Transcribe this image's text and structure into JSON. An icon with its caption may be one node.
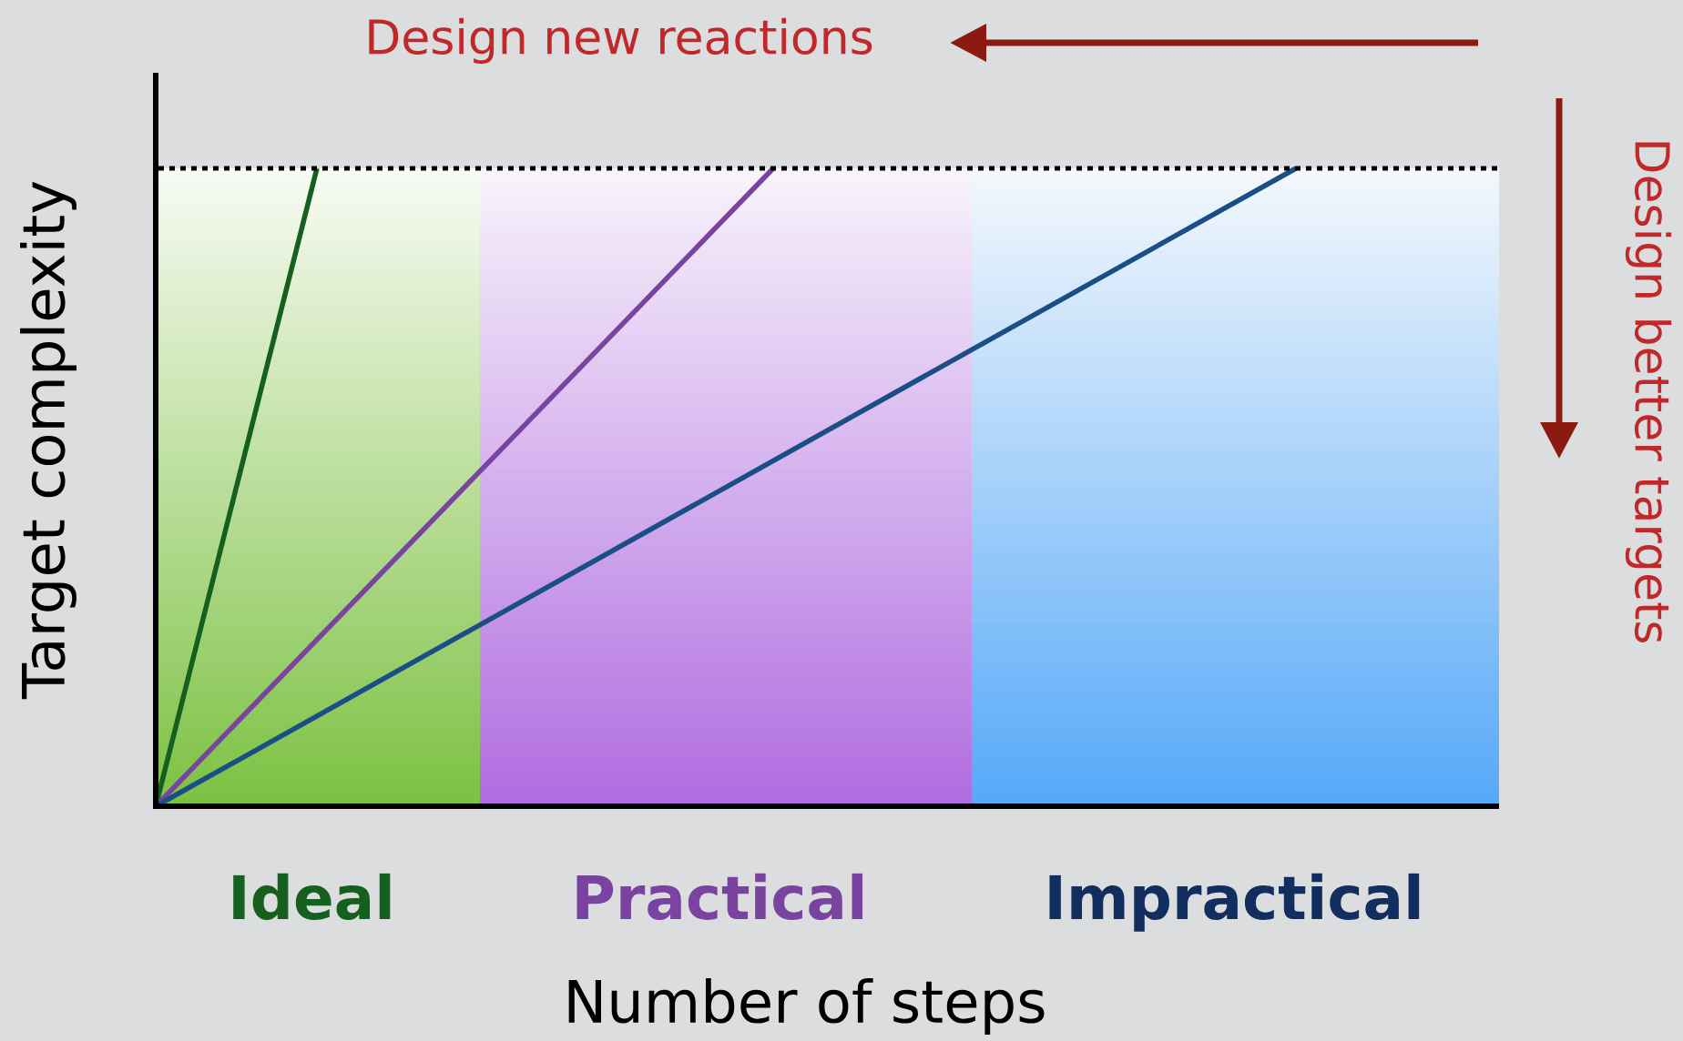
{
  "diagram": {
    "nodes": [
      {
        "text": [
          "Ideal"
        ]
      },
      {
        "text": [
          "Practical"
        ]
      },
      {
        "text": [
          "Impractical"
        ]
      }
    ],
    "labels": [
      "Design new reactions",
      "Design better targets",
      "Target complexity",
      "Number of steps"
    ]
  }
}
